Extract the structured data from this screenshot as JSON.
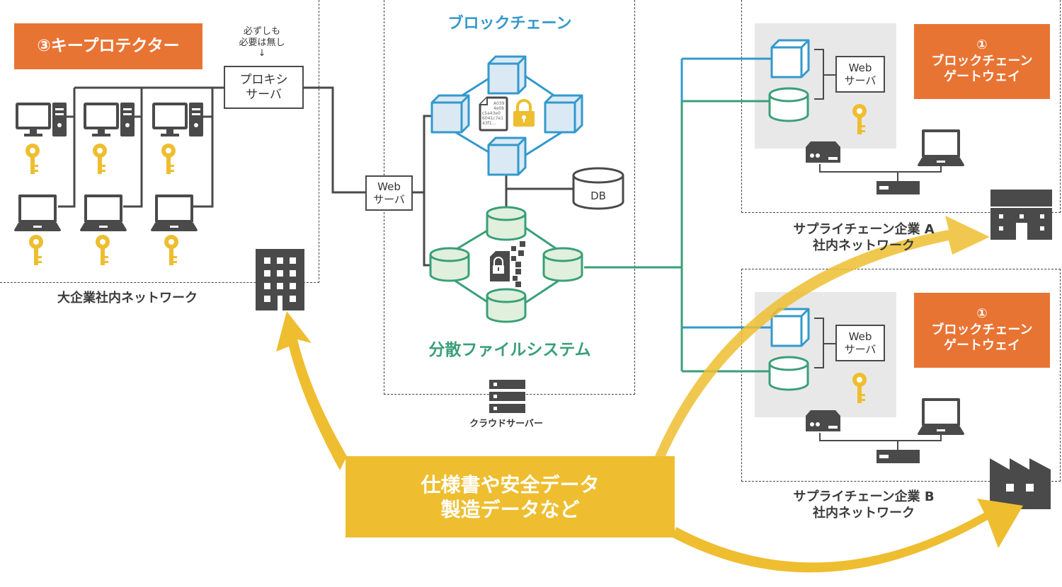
{
  "colors": {
    "orange": "#e87434",
    "blockchain_blue": "#3399cc",
    "dfs_green": "#3a9f78",
    "key_yellow": "#eebe30",
    "icon_gray": "#4a4a4a",
    "gray_panel": "#e8e8e8"
  },
  "left_network": {
    "title_box": "③キープロテクター",
    "note": "必ずしも\n必要は無し\n↓",
    "proxy_server": "プロキシ\nサーバ",
    "caption": "大企業社内ネットワーク",
    "desktops": 3,
    "laptops": 3,
    "keys": 6
  },
  "cloud": {
    "blockchain_title": "ブロックチェーン",
    "dfs_title": "分散ファイルシステム",
    "web_server": "Web\nサーバ",
    "db": "DB",
    "document_hash": "A039\n4e0b\nc5a43e0\n6041c7e1\n43f1…",
    "caption": "クラウドサーバー"
  },
  "company_a": {
    "gateway_box": "①\nブロックチェーン\nゲートウェイ",
    "web_server": "Web\nサーバ",
    "caption": "サプライチェーン企業 A\n社内ネットワーク"
  },
  "company_b": {
    "gateway_box": "①\nブロックチェーン\nゲートウェイ",
    "web_server": "Web\nサーバ",
    "caption": "サプライチェーン企業 B\n社内ネットワーク"
  },
  "flow": {
    "data_label": "仕様書や安全データ\n製造データなど"
  }
}
